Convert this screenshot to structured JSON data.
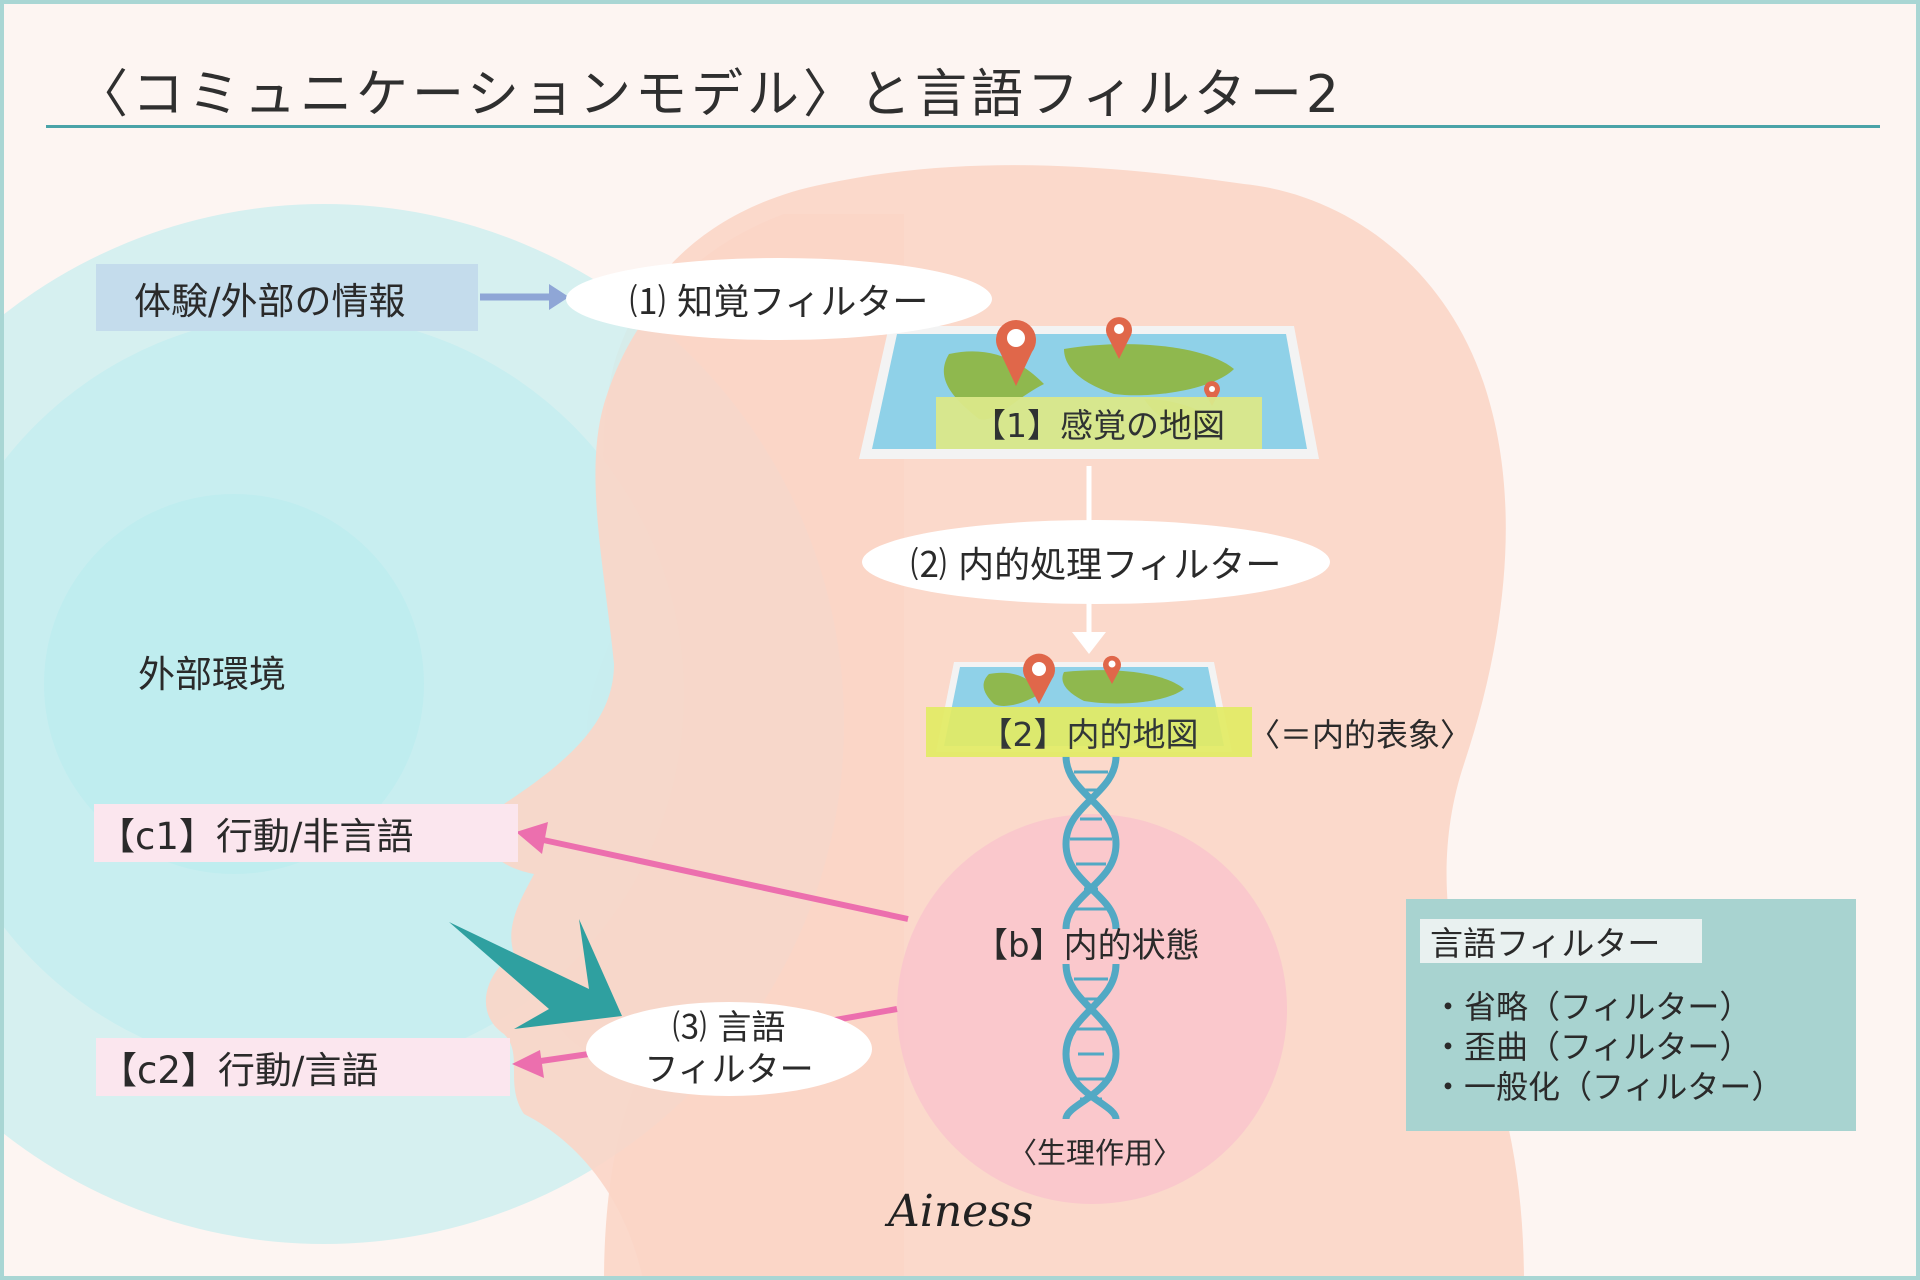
{
  "title": "〈コミュニケーションモデル〉と言語フィルター2",
  "experience_box": "体験/外部の情報",
  "filter1": "⑴ 知覚フィルター",
  "map1_label": "【1】感覚の地図",
  "filter2": "⑵ 内的処理フィルター",
  "map2_label": "【2】内的地図",
  "map2_note": "〈＝内的表象〉",
  "outer_env": "外部環境",
  "c1_box": "【c1】行動/非言語",
  "c2_box": "【c2】行動/言語",
  "filter3_line1": "⑶ 言語",
  "filter3_line2": "フィルター",
  "inner_state": "【b】内的状態",
  "physiology": "〈生理作用〉",
  "lang_filter": {
    "title": "言語フィルター",
    "items": [
      "・省略（フィルター）",
      "・歪曲（フィルター）",
      "・一般化（フィルター）"
    ]
  },
  "signature": "Ainess",
  "colors": {
    "teal_panel": "#a8d3d0",
    "rule": "#4aa3a8",
    "arrow_pink": "#ec6fae",
    "arrow_blue": "#8fa6d6",
    "dna": "#52a9c4",
    "pin": "#e0674a"
  }
}
